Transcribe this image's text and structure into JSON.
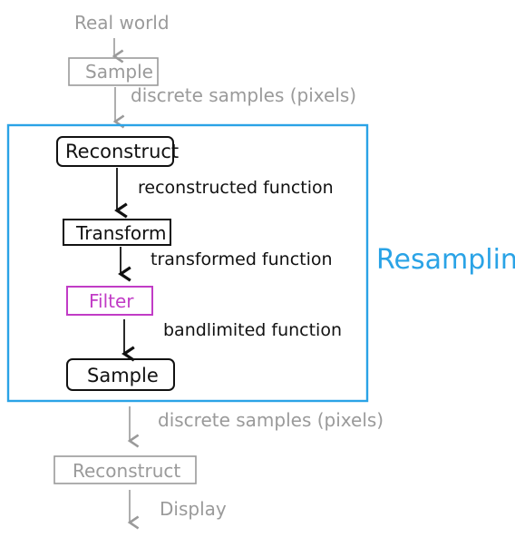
{
  "top": {
    "real_world": "Real world",
    "sample": "Sample",
    "edge_discrete": "discrete samples (pixels)"
  },
  "resampling": {
    "title": "Resampling",
    "reconstruct": "Reconstruct",
    "edge_reconstructed": "reconstructed function",
    "transform": "Transform",
    "edge_transformed": "transformed function",
    "filter": "Filter",
    "edge_bandlimited": "bandlimited function",
    "sample": "Sample"
  },
  "bottom": {
    "edge_discrete": "discrete samples (pixels)",
    "reconstruct": "Reconstruct",
    "edge_display": "Display"
  },
  "colors": {
    "gray": "#9a9a9a",
    "black": "#111111",
    "blue": "#2aa3e6",
    "magenta": "#c13cc6"
  }
}
